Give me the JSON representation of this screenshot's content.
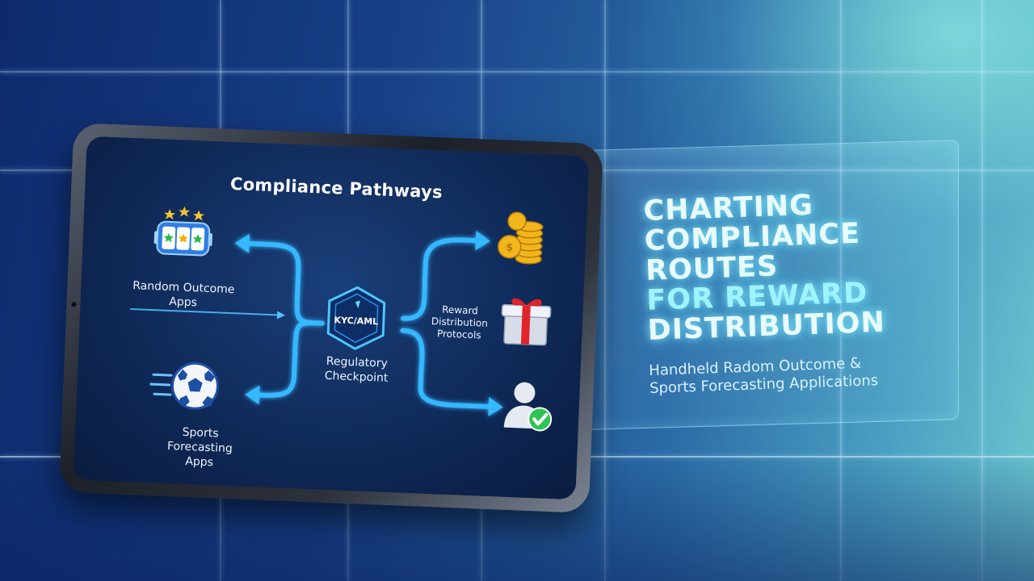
{
  "tablet": {
    "title": "Compliance Pathways",
    "sources": [
      {
        "lines": [
          "Random Outcome",
          "Apps"
        ],
        "icon": "slot-machine-icon"
      },
      {
        "lines": [
          "Sports",
          "Forecasting",
          "Apps"
        ],
        "icon": "soccer-ball-icon"
      }
    ],
    "checkpoint": {
      "badge": "KYC/AML",
      "lines": [
        "Regulatory",
        "Checkpoint"
      ],
      "icon": "shield-badge-icon"
    },
    "protocols": {
      "lines": [
        "Reward",
        "Distribution",
        "Protocols"
      ]
    },
    "outputs": [
      {
        "icon": "gold-coins-icon"
      },
      {
        "icon": "gift-box-icon"
      },
      {
        "icon": "verified-user-icon"
      }
    ]
  },
  "headline": {
    "lines": [
      "CHARTING",
      "COMPLIANCE",
      "ROUTES",
      "FOR REWARD",
      "DISTRIBUTION"
    ]
  },
  "subtitle": {
    "lines": [
      "Handheld Radom Outcome &",
      "Sports Forecasting Applications"
    ]
  },
  "colors": {
    "flow_line": "#35b8ff",
    "headline_glow": "#8cf0ff",
    "screen_bg": "#0d2550"
  }
}
